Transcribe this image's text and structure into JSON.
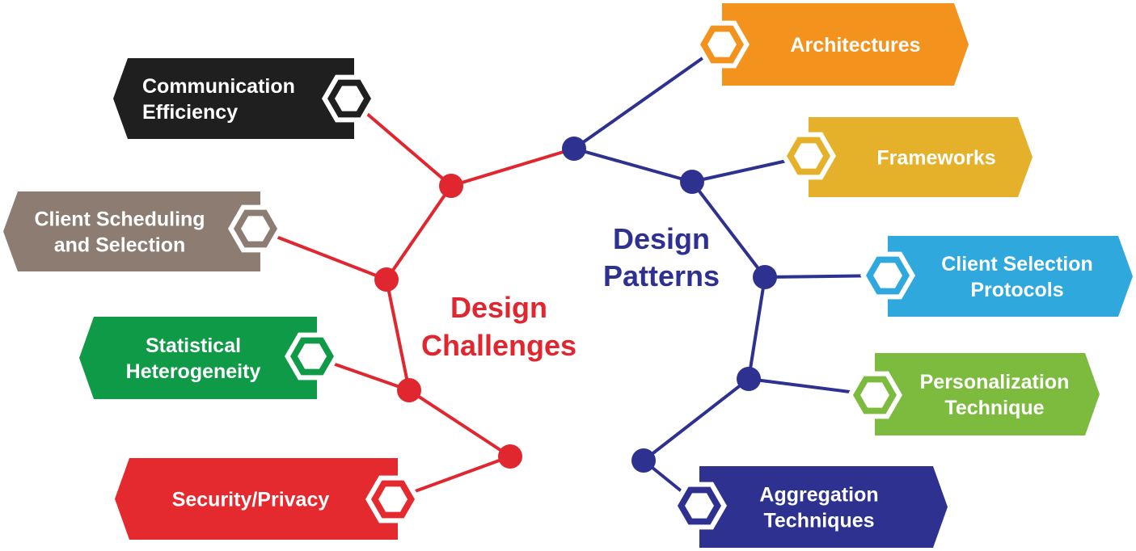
{
  "center_labels": {
    "challenges": [
      "Design",
      "Challenges"
    ],
    "patterns": [
      "Design",
      "Patterns"
    ]
  },
  "colors": {
    "challenges_line": "#e0262e",
    "patterns_line": "#2e3190"
  },
  "challenges": [
    {
      "lines": [
        "Communication",
        "Efficiency"
      ],
      "color": "#1f1f1f",
      "align": "start"
    },
    {
      "lines": [
        "Client Scheduling",
        "and Selection"
      ],
      "color": "#8c7c72",
      "align": "middle"
    },
    {
      "lines": [
        "Statistical",
        "Heterogeneity"
      ],
      "color": "#0f9a48",
      "align": "middle"
    },
    {
      "lines": [
        "Security/Privacy"
      ],
      "color": "#e42a2f",
      "align": "middle"
    }
  ],
  "patterns": [
    {
      "lines": [
        "Architectures"
      ],
      "color": "#f4921e"
    },
    {
      "lines": [
        "Frameworks"
      ],
      "color": "#e6b12a"
    },
    {
      "lines": [
        "Client Selection",
        "Protocols"
      ],
      "color": "#2fa9dd"
    },
    {
      "lines": [
        "Personalization",
        "Technique"
      ],
      "color": "#7dbb3e"
    },
    {
      "lines": [
        "Aggregation",
        "Techniques"
      ],
      "color": "#2e3190"
    }
  ]
}
